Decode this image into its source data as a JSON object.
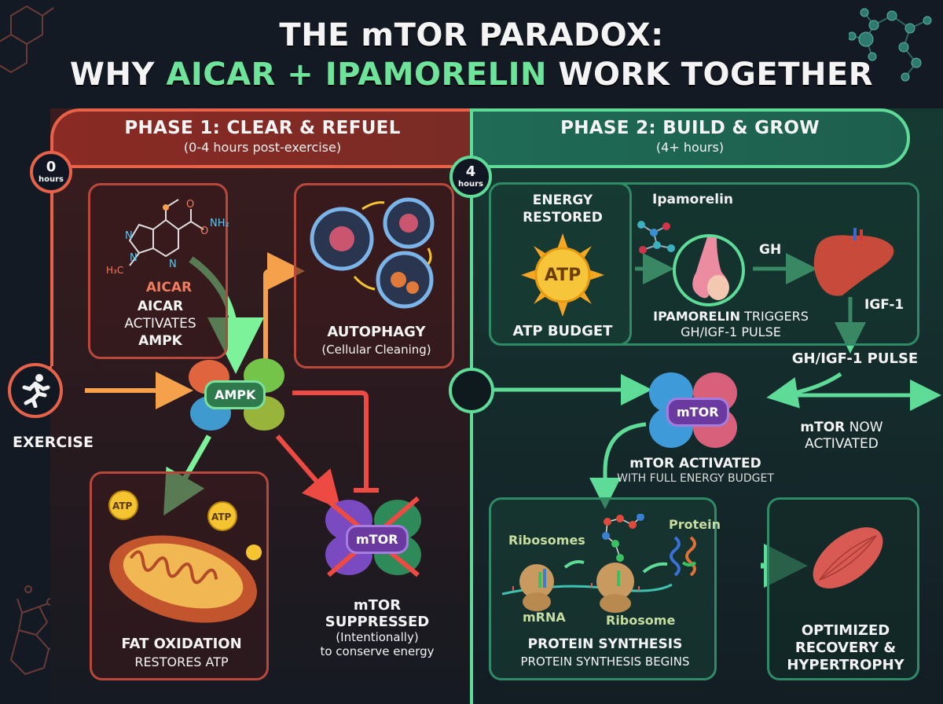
{
  "title": {
    "line1": "THE mTOR PARADOX:",
    "line2_prefix": "WHY ",
    "line2_highlight1": "AICAR",
    "line2_plus": " + ",
    "line2_highlight2": "IPAMORELIN",
    "line2_suffix": " WORK TOGETHER"
  },
  "colors": {
    "background": "#131a24",
    "phase1_accent": "#e8624a",
    "phase2_accent": "#5fdb98",
    "highlight_green": "#6ee39a",
    "atp_yellow": "#f5c431",
    "ampk_green": "#2f7a4d",
    "mtor_purple": "#6a3aa0"
  },
  "phase1": {
    "title": "PHASE 1: CLEAR & REFUEL",
    "subtitle": "(0-4 hours post-exercise)",
    "start_badge": {
      "num": "0",
      "unit": "hours"
    },
    "exercise": {
      "label": "EXERCISE",
      "icon": "running-person-icon"
    },
    "aicar_card": {
      "molecule_name": "AICAR",
      "line1": "AICAR",
      "line2": "ACTIVATES",
      "line3": "AMPK",
      "chem_labels": [
        "N",
        "N",
        "N",
        "O",
        "O",
        "NH2",
        "H3C"
      ]
    },
    "ampk": {
      "label": "AMPK"
    },
    "autophagy_card": {
      "title": "AUTOPHAGY",
      "subtitle": "(Cellular Cleaning)"
    },
    "fat_oxidation_card": {
      "title": "FAT OXIDATION",
      "subtitle": "RESTORES ATP",
      "atp_labels": [
        "ATP",
        "ATP"
      ]
    },
    "mtor_suppressed": {
      "complex_label": "mTOR",
      "line1": "mTOR",
      "line2": "SUPPRESSED",
      "line3": "(Intentionally)",
      "line4": "to conserve energy"
    }
  },
  "phase2": {
    "title": "PHASE 2: BUILD & GROW",
    "subtitle": "(4+ hours)",
    "start_badge": {
      "num": "4",
      "unit": "hours"
    },
    "energy_card": {
      "title_line1": "ENERGY",
      "title_line2": "RESTORED",
      "sun_label": "ATP",
      "footer": "ATP BUDGET"
    },
    "ipamorelin": {
      "label": "Ipamorelin",
      "gh_label": "GH",
      "igf_label": "IGF-1",
      "caption_bold": "IPAMORELIN",
      "caption_rest": " TRIGGERS",
      "caption_line2": "GH/IGF-1 PULSE"
    },
    "pulse_label": "GH/IGF-1 PULSE",
    "mtor_activated": {
      "complex_label": "mTOR",
      "title": "mTOR ACTIVATED",
      "subtitle": "WITH FULL ENERGY BUDGET",
      "side_bold": "mTOR",
      "side_rest": " NOW",
      "side_line2": "ACTIVATED"
    },
    "protein_card": {
      "ribosomes_label": "Ribosomes",
      "mrna_label": "mRNA",
      "ribosome_label": "Ribosome",
      "protein_label": "Protein",
      "title": "PROTEIN SYNTHESIS",
      "subtitle": "PROTEIN SYNTHESIS BEGINS"
    },
    "outcome": {
      "line1": "OPTIMIZED",
      "line2": "RECOVERY &",
      "line3": "HYPERTROPHY"
    }
  }
}
